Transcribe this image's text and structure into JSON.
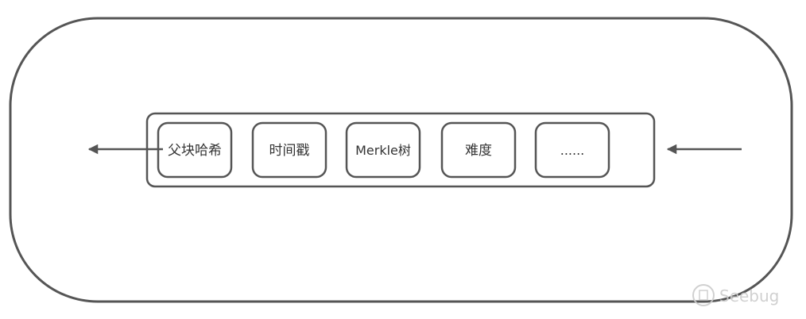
{
  "diagram": {
    "fields": [
      {
        "label": "父块哈希"
      },
      {
        "label": "时间戳"
      },
      {
        "label": "Merkle树"
      },
      {
        "label": "难度"
      },
      {
        "label": "......"
      }
    ]
  },
  "watermark": {
    "brand": "Seebug"
  },
  "colors": {
    "stroke": "#555555",
    "text": "#333333",
    "watermark": "#cccccc"
  }
}
